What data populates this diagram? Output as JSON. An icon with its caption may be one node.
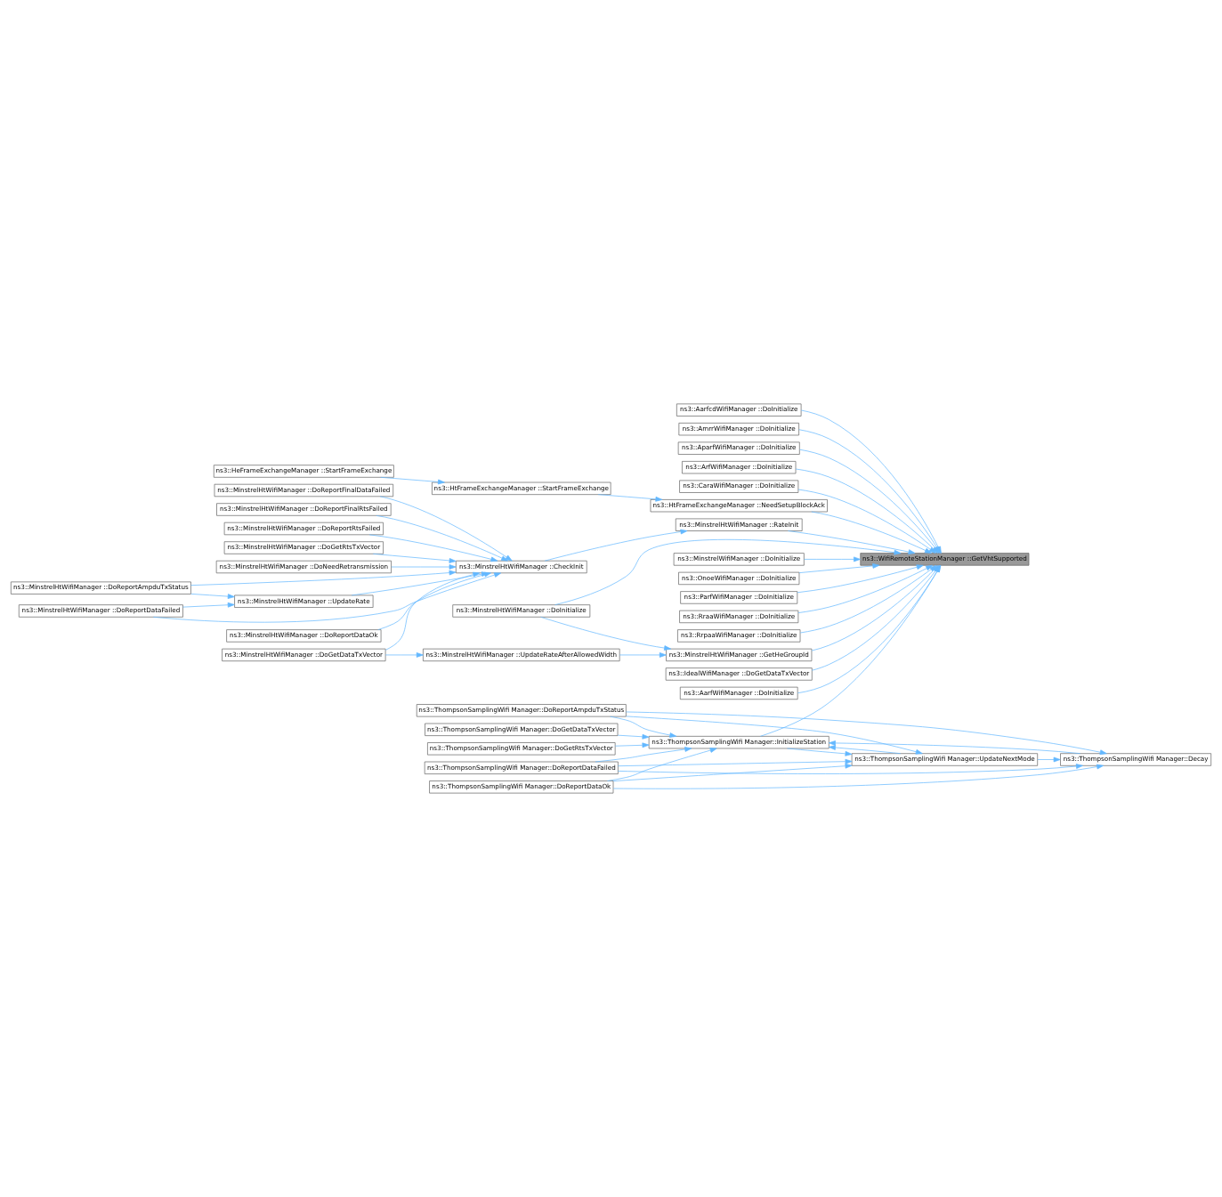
{
  "diagram": {
    "nodes": [
      {
        "text": [
          "ns3::WifiRemoteStationManager ::GetVhtSupported"
        ]
      },
      {
        "text": [
          "ns3::IdealWifiManager ::DoGetDataTxVector"
        ]
      },
      {
        "text": [
          "ns3::AarfWifiManager ::DoInitialize"
        ]
      },
      {
        "text": [
          "ns3::AarfcdWifiManager ::DoInitialize"
        ]
      },
      {
        "text": [
          "ns3::AmrrWifiManager ::DoInitialize"
        ]
      },
      {
        "text": [
          "ns3::AparfWifiManager ::DoInitialize"
        ]
      },
      {
        "text": [
          "ns3::ArfWifiManager ::DoInitialize"
        ]
      },
      {
        "text": [
          "ns3::CaraWifiManager ::DoInitialize"
        ]
      },
      {
        "text": [
          "ns3::MinstrelHtWifiManager ::DoInitialize"
        ]
      },
      {
        "text": [
          "ns3::MinstrelHtWifiManager ::GetHeGroupId"
        ]
      },
      {
        "text": [
          "ns3::MinstrelHtWifiManager ::UpdateRateAfterAllowedWidth"
        ]
      },
      {
        "text": [
          "ns3::MinstrelHtWifiManager ::DoGetDataTxVector"
        ]
      },
      {
        "text": [
          "ns3::MinstrelHtWifiManager ::DoGetRtsTxVector"
        ]
      },
      {
        "text": [
          "ns3::MinstrelHtWifiManager ::DoNeedRetransmission"
        ]
      },
      {
        "text": [
          "ns3::MinstrelHtWifiManager ::CheckInit"
        ]
      },
      {
        "text": [
          "ns3::MinstrelHtWifiManager ::DoReportAmpduTxStatus"
        ]
      },
      {
        "text": [
          "ns3::MinstrelHtWifiManager ::UpdateRate"
        ]
      },
      {
        "text": [
          "ns3::MinstrelHtWifiManager ::DoReportDataFailed"
        ]
      },
      {
        "text": [
          "ns3::MinstrelHtWifiManager ::DoReportDataOk"
        ]
      },
      {
        "text": [
          "ns3::MinstrelHtWifiManager ::DoReportFinalDataFailed"
        ]
      },
      {
        "text": [
          "ns3::MinstrelHtWifiManager ::DoReportFinalRtsFailed"
        ]
      },
      {
        "text": [
          "ns3::MinstrelHtWifiManager ::DoReportRtsFailed"
        ]
      },
      {
        "text": [
          "ns3::MinstrelHtWifiManager ::RateInit"
        ]
      },
      {
        "text": [
          "ns3::MinstrelWifiManager ::DoInitialize"
        ]
      },
      {
        "text": [
          "ns3::OnoeWifiManager ::DoInitialize"
        ]
      },
      {
        "text": [
          "ns3::ParfWifiManager ::DoInitialize"
        ]
      },
      {
        "text": [
          "ns3::RraaWifiManager ::DoInitialize"
        ]
      },
      {
        "text": [
          "ns3::RrpaaWifiManager ::DoInitialize"
        ]
      },
      {
        "text": [
          "ns3::ThompsonSamplingWifi Manager::InitializeStation"
        ]
      },
      {
        "text": [
          "ns3::ThompsonSamplingWifi Manager::Decay"
        ]
      },
      {
        "text": [
          "ns3::ThompsonSamplingWifi Manager::DoReportAmpduTxStatus"
        ]
      },
      {
        "text": [
          "ns3::ThompsonSamplingWifi Manager::DoReportDataFailed"
        ]
      },
      {
        "text": [
          "ns3::ThompsonSamplingWifi Manager::DoReportDataOk"
        ]
      },
      {
        "text": [
          "ns3::ThompsonSamplingWifi Manager::UpdateNextMode"
        ]
      },
      {
        "text": [
          "ns3::ThompsonSamplingWifi Manager::DoGetDataTxVector"
        ]
      },
      {
        "text": [
          "ns3::ThompsonSamplingWifi Manager::DoGetRtsTxVector"
        ]
      },
      {
        "text": [
          "ns3::HtFrameExchangeManager ::NeedSetupBlockAck"
        ]
      },
      {
        "text": [
          "ns3::HtFrameExchangeManager ::StartFrameExchange"
        ]
      },
      {
        "text": [
          "ns3::HeFrameExchangeManager ::StartFrameExchange"
        ]
      }
    ],
    "edges": [
      {
        "from": 1,
        "to": 0,
        "arrow": "to"
      },
      {
        "from": 2,
        "to": 0,
        "arrow": "to"
      },
      {
        "from": 3,
        "to": 0,
        "arrow": "to"
      },
      {
        "from": 4,
        "to": 0,
        "arrow": "to"
      },
      {
        "from": 5,
        "to": 0,
        "arrow": "to"
      },
      {
        "from": 6,
        "to": 0,
        "arrow": "to"
      },
      {
        "from": 7,
        "to": 0,
        "arrow": "to"
      },
      {
        "from": 8,
        "to": 0,
        "arrow": "to"
      },
      {
        "from": 8,
        "to": 9,
        "arrow": "to"
      },
      {
        "from": 9,
        "to": 0,
        "arrow": "to"
      },
      {
        "from": 10,
        "to": 9,
        "arrow": "to"
      },
      {
        "from": 11,
        "to": 10,
        "arrow": "to"
      },
      {
        "from": 11,
        "to": 14,
        "arrow": "to"
      },
      {
        "from": 12,
        "to": 14,
        "arrow": "to"
      },
      {
        "from": 13,
        "to": 14,
        "arrow": "to"
      },
      {
        "from": 15,
        "to": 14,
        "arrow": "to"
      },
      {
        "from": 15,
        "to": 16,
        "arrow": "to"
      },
      {
        "from": 16,
        "to": 14,
        "arrow": "to"
      },
      {
        "from": 17,
        "to": 14,
        "arrow": "to"
      },
      {
        "from": 17,
        "to": 16,
        "arrow": "to"
      },
      {
        "from": 18,
        "to": 14,
        "arrow": "to"
      },
      {
        "from": 19,
        "to": 14,
        "arrow": "to"
      },
      {
        "from": 20,
        "to": 14,
        "arrow": "to"
      },
      {
        "from": 21,
        "to": 14,
        "arrow": "to"
      },
      {
        "from": 14,
        "to": 22,
        "arrow": "to"
      },
      {
        "from": 22,
        "to": 0,
        "arrow": "to"
      },
      {
        "from": 23,
        "to": 0,
        "arrow": "to"
      },
      {
        "from": 24,
        "to": 0,
        "arrow": "to"
      },
      {
        "from": 25,
        "to": 0,
        "arrow": "to"
      },
      {
        "from": 26,
        "to": 0,
        "arrow": "to"
      },
      {
        "from": 27,
        "to": 0,
        "arrow": "to"
      },
      {
        "from": 28,
        "to": 0,
        "arrow": "to"
      },
      {
        "from": 29,
        "to": 28,
        "arrow": "to"
      },
      {
        "from": 30,
        "to": 28,
        "arrow": "to"
      },
      {
        "from": 30,
        "to": 29,
        "arrow": "to"
      },
      {
        "from": 30,
        "to": 33,
        "arrow": "to"
      },
      {
        "from": 31,
        "to": 29,
        "arrow": "to"
      },
      {
        "from": 31,
        "to": 28,
        "arrow": "to"
      },
      {
        "from": 31,
        "to": 33,
        "arrow": "to"
      },
      {
        "from": 32,
        "to": 29,
        "arrow": "to"
      },
      {
        "from": 32,
        "to": 28,
        "arrow": "to"
      },
      {
        "from": 32,
        "to": 33,
        "arrow": "to"
      },
      {
        "from": 33,
        "to": 29,
        "arrow": "to"
      },
      {
        "from": 28,
        "to": 33,
        "arrow": "to"
      },
      {
        "from": 33,
        "to": 28,
        "arrow": "to"
      },
      {
        "from": 34,
        "to": 28,
        "arrow": "to"
      },
      {
        "from": 35,
        "to": 28,
        "arrow": "to"
      },
      {
        "from": 36,
        "to": 0,
        "arrow": "to"
      },
      {
        "from": 37,
        "to": 36,
        "arrow": "to"
      },
      {
        "from": 38,
        "to": 37,
        "arrow": "to"
      }
    ]
  }
}
